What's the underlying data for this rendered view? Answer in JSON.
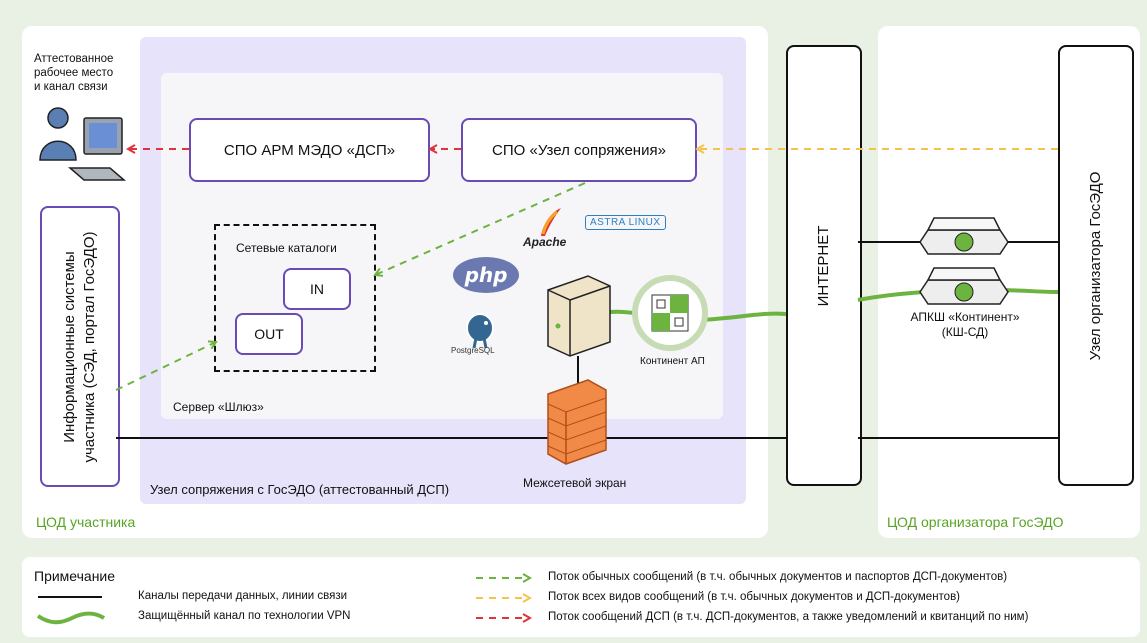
{
  "participant_dc": {
    "label": "ЦОД участника"
  },
  "organizer_dc": {
    "label": "ЦОД организатора ГосЭДО"
  },
  "workstation": {
    "label_lines": [
      "Аттестованное",
      "рабочее место",
      "и канал связи"
    ]
  },
  "info_systems": {
    "label_lines": [
      "Информационные системы",
      "участника (СЭД, портал ГосЭДО)"
    ]
  },
  "gateway_node": {
    "label": "Узел сопряжения с ГосЭДО (аттестованный ДСП)"
  },
  "gateway_server": {
    "label": "Сервер «Шлюз»"
  },
  "spo_arm": {
    "label": "СПО АРМ МЭДО «ДСП»"
  },
  "spo_uzel": {
    "label": "СПО «Узел сопряжения»"
  },
  "network_catalogs": {
    "title": "Сетевые каталоги",
    "in_label": "IN",
    "out_label": "OUT"
  },
  "logos": {
    "apache": "Apache",
    "astra": "ASTRA LINUX",
    "php": "php",
    "postgres": "PostgreSQL"
  },
  "continent_ap": {
    "label": "Континент АП"
  },
  "firewall": {
    "label": "Межсетевой экран"
  },
  "internet": {
    "label": "ИНТЕРНЕТ"
  },
  "apksh": {
    "label_lines": [
      "АПКШ «Континент»",
      "(КШ-СД)"
    ]
  },
  "organizer_node": {
    "label": "Узел организатора ГосЭДО"
  },
  "legend": {
    "title": "Примечание",
    "line_items": [
      {
        "label": "Каналы передачи данных, линии связи"
      },
      {
        "label": "Защищённый канал по технологии VPN"
      }
    ],
    "flow_items": [
      {
        "label": "Поток обычных сообщений (в т.ч. обычных документов и паспортов ДСП-документов)",
        "color": "#6db33f"
      },
      {
        "label": "Поток всех видов сообщений (в т.ч. обычных документов и ДСП-документов)",
        "color": "#f5c24c"
      },
      {
        "label": "Поток сообщений ДСП (в т.ч. ДСП-документов, а также уведомлений и квитанций по ним)",
        "color": "#e0333b"
      }
    ]
  },
  "colors": {
    "purple": "#6a4bb4",
    "lavender": "#e6e3fb",
    "green": "#6db33f",
    "yellow": "#f5c24c",
    "red": "#e0333b"
  }
}
